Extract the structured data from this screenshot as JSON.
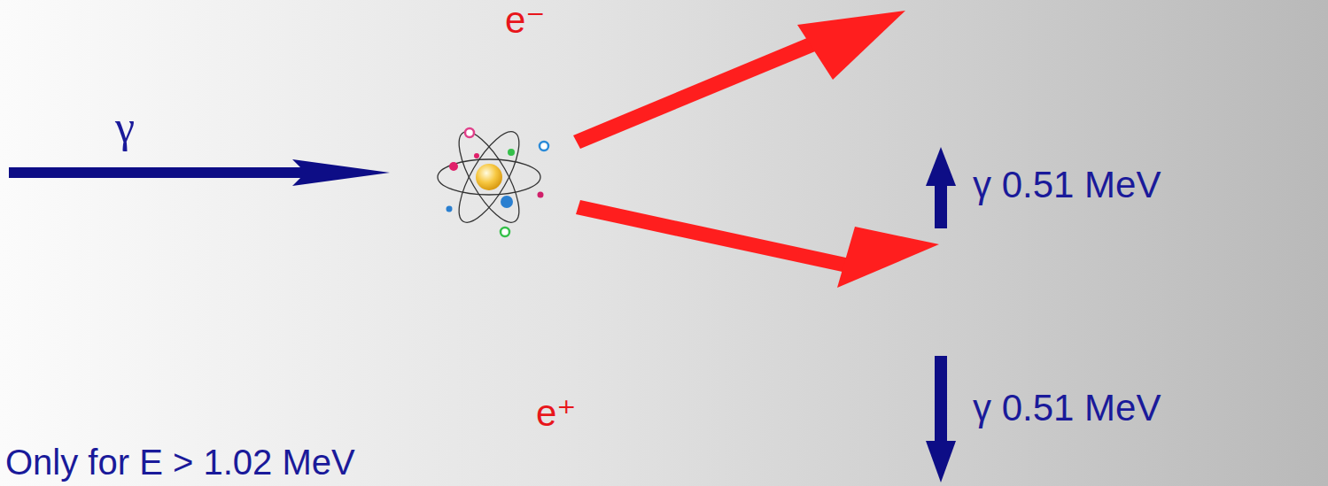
{
  "diagram": {
    "labels": [
      "γ",
      "e⁻",
      "γ 0.51 MeV",
      "e⁺",
      "γ 0.51 MeV",
      "Only for E > 1.02 MeV"
    ]
  }
}
